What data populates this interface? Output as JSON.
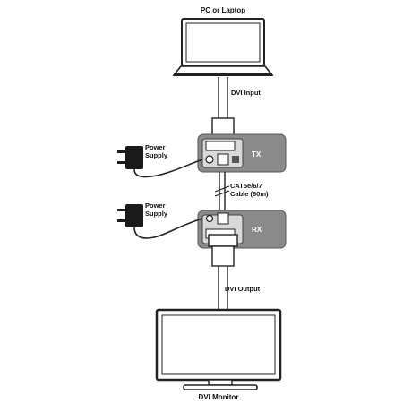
{
  "labels": {
    "source": "PC or Laptop",
    "input": "DVI Input",
    "tx": "TX",
    "power_top_line1": "Power",
    "power_top_line2": "Supply",
    "cable_line1": "CAT5e/6/7",
    "cable_line2": "Cable (60m)",
    "power_bottom_line1": "Power",
    "power_bottom_line2": "Supply",
    "rx": "RX",
    "output": "DVI Output",
    "display": "DVI Monitor"
  },
  "colors": {
    "line": "#222222",
    "unit_body": "#8a8a8a",
    "unit_face": "#d9d9d9",
    "screen_bg": "#ffffff",
    "adapter": "#1a1a1a"
  },
  "icons": {
    "source": "laptop-icon",
    "display": "monitor-icon",
    "power": "power-adapter-icon",
    "unit": "extender-unit-icon"
  }
}
